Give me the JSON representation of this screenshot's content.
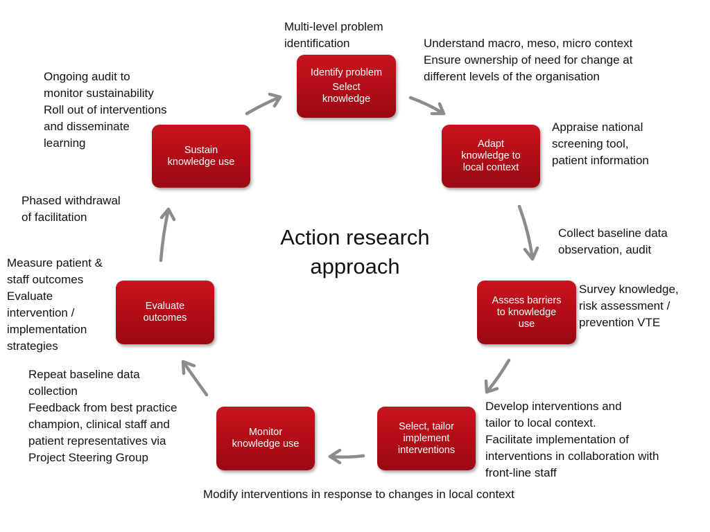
{
  "title": "Action research\napproach",
  "steps": {
    "identify": {
      "line1": "Identify problem",
      "line2": "Select\nknowledge"
    },
    "adapt": {
      "label": "Adapt\nknowledge to\nlocal context"
    },
    "assess": {
      "label": "Assess barriers\nto knowledge\nuse"
    },
    "select": {
      "label": "Select, tailor\nimplement\ninterventions"
    },
    "monitor": {
      "label": "Monitor\nknowledge use"
    },
    "evaluate": {
      "label": "Evaluate\noutcomes"
    },
    "sustain": {
      "label": "Sustain\nknowledge use"
    }
  },
  "notes": {
    "multilevel": "Multi-level problem\nidentification",
    "understand": "Understand macro, meso, micro context\nEnsure ownership of need for change at\ndifferent levels of the organisation",
    "appraise": "Appraise national\nscreening tool,\npatient information",
    "collect": "Collect baseline data\nobservation, audit",
    "survey": "Survey knowledge,\nrisk assessment /\nprevention VTE",
    "develop": "Develop interventions and\ntailor to local context.\nFacilitate implementation of\ninterventions in collaboration with\nfront-line staff",
    "modify": "Modify interventions in response to changes in local context",
    "repeat": "Repeat  baseline data\ncollection\nFeedback from best practice\nchampion, clinical staff  and\npatient representatives via\nProject Steering Group",
    "measure": "Measure patient &\nstaff outcomes\nEvaluate\nintervention /\nimplementation\nstrategies",
    "phased": "Phased withdrawal\nof facilitation",
    "ongoing": "Ongoing audit  to\nmonitor sustainability\nRoll out of interventions\nand disseminate\nlearning"
  },
  "colors": {
    "box": "#b3101a",
    "arrow": "#8c8c8c",
    "text": "#111111"
  }
}
